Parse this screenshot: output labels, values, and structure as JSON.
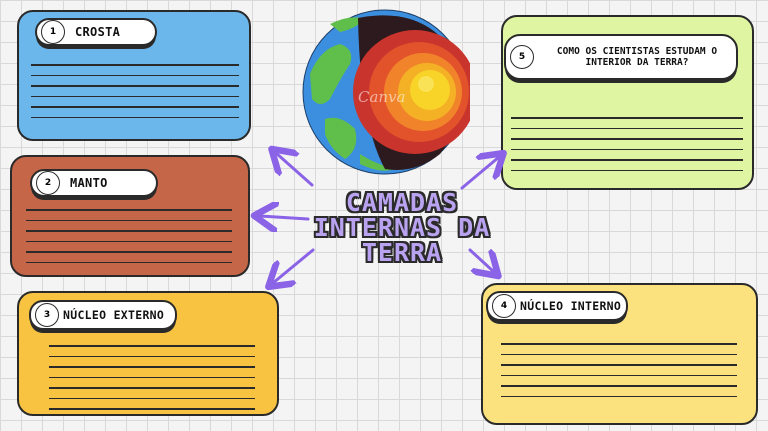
{
  "title": {
    "line1": "CAMADAS",
    "line2": "INTERNAS DA",
    "line3": "TERRA"
  },
  "watermark": "Canva",
  "cards": {
    "crosta": {
      "number": "1",
      "label": "CROSTA",
      "color": "#6bb6ea"
    },
    "manto": {
      "number": "2",
      "label": "MANTO",
      "color": "#c56649"
    },
    "nucleo_externo": {
      "number": "3",
      "label": "NÚCLEO EXTERNO",
      "color": "#f7c340"
    },
    "nucleo_interno": {
      "number": "4",
      "label": "NÚCLEO INTERNO",
      "color": "#fbe27e"
    },
    "cientistas": {
      "number": "5",
      "label_line1": "COMO OS CIENTISTAS ESTUDAM O",
      "label_line2": "INTERIOR DA TERRA?",
      "color": "#dff5a2"
    }
  },
  "colors": {
    "arrow": "#8b63e6",
    "outline": "#2a2a2a",
    "title_fill": "#b9a3f0"
  },
  "icons": [
    "earth-layers-illustration",
    "arrow-icon"
  ]
}
